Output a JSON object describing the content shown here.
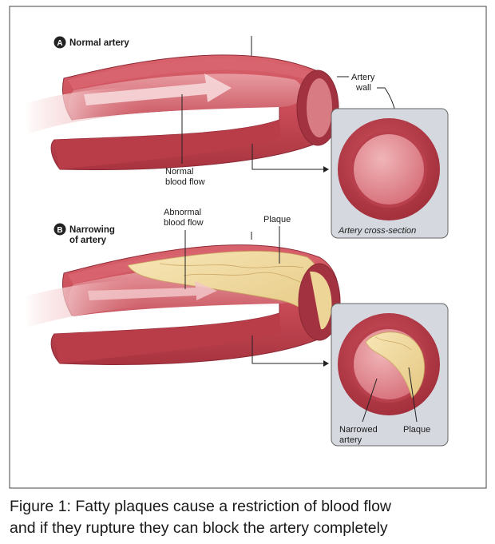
{
  "panel_a": {
    "badge": "A",
    "title": "Normal artery",
    "labels": {
      "wall_line1": "Artery",
      "wall_line2": "wall",
      "flow_line1": "Normal",
      "flow_line2": "blood flow",
      "cross_section": "Artery cross-section"
    }
  },
  "panel_b": {
    "badge": "B",
    "title_line1": "Narrowing",
    "title_line2": "of artery",
    "labels": {
      "abnormal_line1": "Abnormal",
      "abnormal_line2": "blood flow",
      "plaque": "Plaque",
      "narrowed_line1": "Narrowed",
      "narrowed_line2": "artery",
      "plaque_cs": "Plaque"
    }
  },
  "caption": {
    "line1": "Figure 1: Fatty plaques cause a restriction of blood flow",
    "line2": "and if they rupture they can block the artery completely"
  },
  "colors": {
    "artery_red": "#c94a55",
    "artery_dark": "#9e2f3c",
    "lumen_pink": "#e58d93",
    "plaque_yellow": "#f2dca0",
    "panel_gray": "#d6d8e0"
  }
}
